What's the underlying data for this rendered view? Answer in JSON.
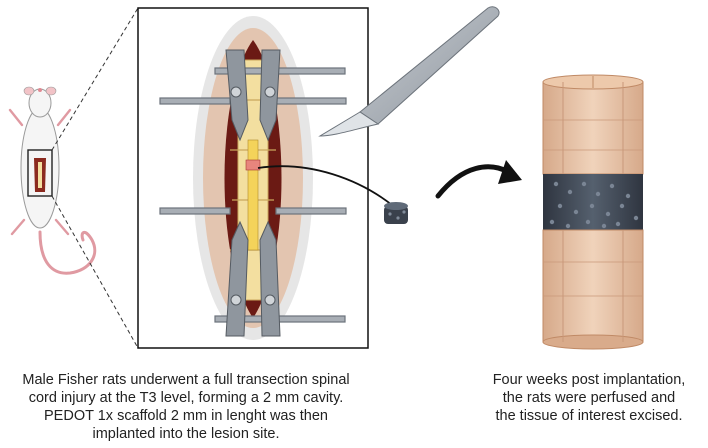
{
  "captions": {
    "left": [
      "Male Fisher rats underwent a full transection spinal",
      "cord injury at the T3 level, forming a 2 mm cavity.",
      "PEDOT 1x scaffold 2 mm in lenght was then",
      "implanted into the lesion site."
    ],
    "right": [
      "Four weeks post implantation,",
      "the rats were perfused and",
      "the tissue of interest excised."
    ]
  },
  "icons": {
    "rat": "rat-icon",
    "surgical_view": "surgical-field-icon",
    "scalpel": "scalpel-icon",
    "scaffold": "scaffold-icon",
    "arrow": "curved-arrow-icon",
    "spinal_cord": "spinal-cord-segment-icon"
  },
  "colors": {
    "tissue": "#e9c8ad",
    "tissue_dark": "#c99774",
    "scaffold": "#3f4652",
    "wound": "#6b1a14",
    "bone": "#f3dfa0",
    "metal": "#9aa1a9",
    "rat_tail": "#e09aa2"
  }
}
